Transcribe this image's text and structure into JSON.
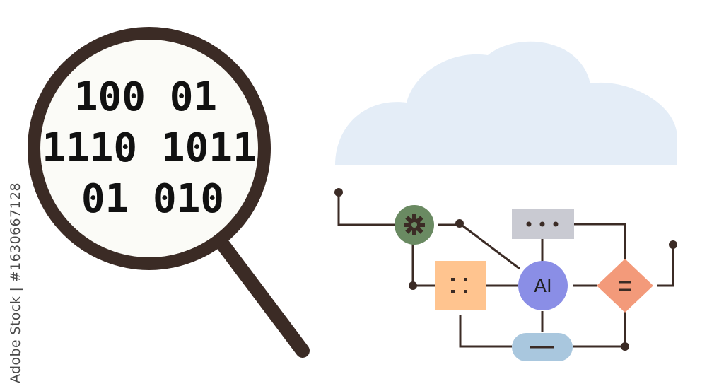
{
  "binary": {
    "line1": "100 01",
    "line2": "1110 1011",
    "line3": "01 010"
  },
  "nodes": {
    "center_label": "AI"
  },
  "watermark": {
    "text": "Adobe Stock | #1630667128"
  },
  "colors": {
    "outline": "#3b2b25",
    "cloud": "#e4edf7",
    "gear_node": "#6a8a62",
    "top_box": "#c9cad2",
    "left_box": "#ffc48f",
    "center_node": "#8a8ee6",
    "diamond": "#f39a7a",
    "bottom_pill": "#a9c7de"
  },
  "icons": {
    "gear": "gear-icon",
    "dots": "ellipsis-icon",
    "grid": "grid-dots-icon",
    "equals": "equals-icon",
    "minus": "minus-icon"
  }
}
